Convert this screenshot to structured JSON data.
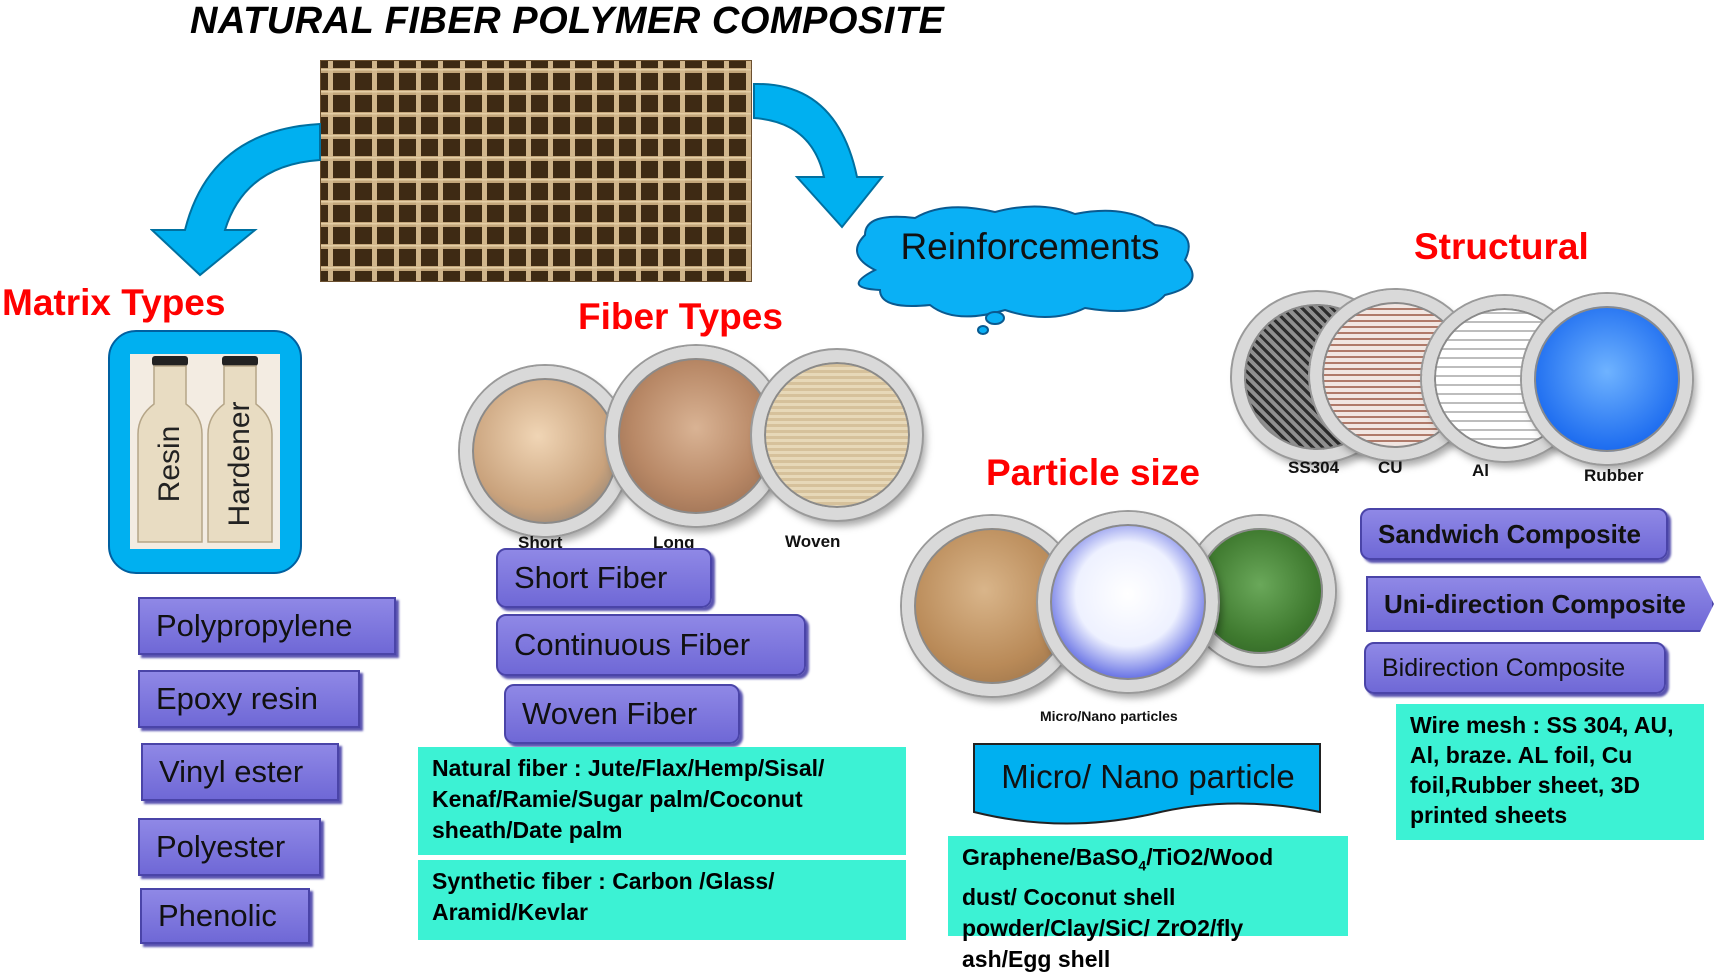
{
  "title": "NATURAL FIBER POLYMER COMPOSITE",
  "cloud_label": "Reinforcements",
  "matrix": {
    "heading": "Matrix Types",
    "bottle_labels": [
      "Resin",
      "Hardener"
    ],
    "items": [
      "Polypropylene",
      "Epoxy resin",
      "Vinyl ester",
      "Polyester",
      "Phenolic"
    ]
  },
  "fiber": {
    "heading": "Fiber Types",
    "captions": [
      "Short",
      "Long",
      "Woven"
    ],
    "items": [
      "Short Fiber",
      "Continuous Fiber",
      "Woven Fiber"
    ],
    "natural_text": "Natural fiber : Jute/Flax/Hemp/Sisal/ Kenaf/Ramie/Sugar palm/Coconut sheath/Date palm",
    "synthetic_text": "Synthetic fiber : Carbon /Glass/ Aramid/Kevlar"
  },
  "particle": {
    "heading": "Particle size",
    "caption": "Micro/Nano particles",
    "banner": "Micro/ Nano particle",
    "list_html_parts": [
      "Graphene/BaSO",
      "4",
      "/TiO2/Wood dust/ Coconut shell powder/Clay/SiC/ ZrO2/fly ash/Egg shell"
    ]
  },
  "structural": {
    "heading": "Structural",
    "captions": [
      "SS304",
      "CU",
      "Al",
      "Rubber"
    ],
    "items": [
      "Sandwich Composite",
      "Uni-direction Composite",
      "Bidirection Composite"
    ],
    "wire_mesh_text": "Wire mesh : SS 304, AU, Al, braze. AL foil, Cu foil,Rubber sheet, 3D printed sheets"
  },
  "colors": {
    "arrow": "#00b0f0",
    "heading_red": "#ff0000",
    "purple_box": "#7f78de",
    "teal_box": "#3cf2d4"
  }
}
